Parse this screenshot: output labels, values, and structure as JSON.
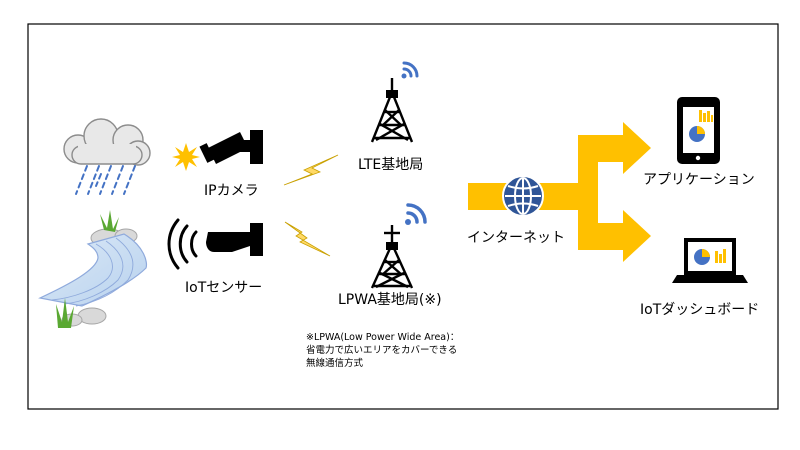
{
  "devices": {
    "ip_camera": {
      "label": "IPカメラ",
      "icon": "security-camera-icon"
    },
    "iot_sensor": {
      "label": "IoTセンサー",
      "icon": "sensor-icon"
    }
  },
  "stations": {
    "lte": {
      "label": "LTE基地局",
      "icon": "cell-tower-icon"
    },
    "lpwa": {
      "label": "LPWA基地局(※)",
      "icon": "cell-tower-icon"
    }
  },
  "network": {
    "internet_label": "インターネット",
    "icon": "globe-icon"
  },
  "endpoints": {
    "application": {
      "label": "アプリケーション",
      "icon": "smartphone-icon"
    },
    "dashboard": {
      "label": "IoTダッシュボード",
      "icon": "laptop-icon"
    }
  },
  "note": {
    "lines": [
      "※LPWA(Low Power Wide Area)：",
      "省電力で広いエリアをカバーできる",
      "無線通信方式"
    ]
  },
  "colors": {
    "arrow": "#ffc000",
    "lightning": "#ffd966",
    "wifi": "#4472c4",
    "flash": "#ffc000",
    "pie_accent": "#4472c4"
  }
}
